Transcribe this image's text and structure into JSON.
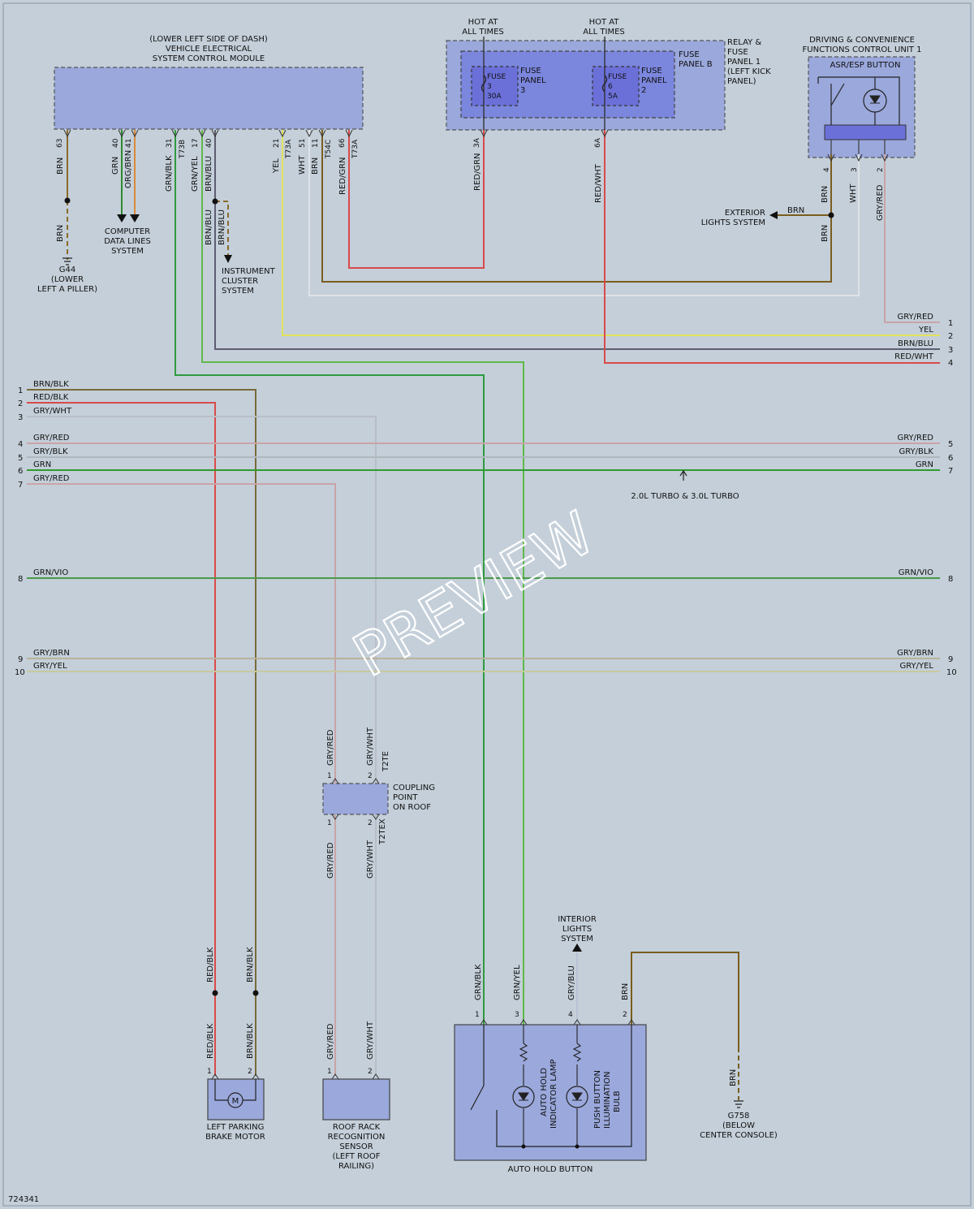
{
  "vescm": {
    "label_1": "(LOWER LEFT SIDE OF DASH)",
    "label_2": "VEHICLE ELECTRICAL",
    "label_3": "SYSTEM CONTROL MODULE"
  },
  "hot1": {
    "l1": "HOT AT",
    "l2": "ALL TIMES"
  },
  "hot2": {
    "l1": "HOT AT",
    "l2": "ALL TIMES"
  },
  "fuse_panel_b": {
    "l1": "FUSE",
    "l2": "PANEL B"
  },
  "relay_panel": {
    "l1": "RELAY &",
    "l2": "FUSE",
    "l3": "PANEL 1",
    "l4": "(LEFT KICK",
    "l5": "PANEL)"
  },
  "fuse3": {
    "fuse": "FUSE",
    "num": "3",
    "amp": "30A",
    "p1": "FUSE",
    "p2": "PANEL",
    "p3": "3"
  },
  "fuse6": {
    "fuse": "FUSE",
    "num": "6",
    "amp": "5A",
    "p1": "FUSE",
    "p2": "PANEL",
    "p3": "2"
  },
  "dcfcu": {
    "l1": "DRIVING & CONVENIENCE",
    "l2": "FUNCTIONS CONTROL UNIT 1",
    "btn": "ASR/ESP BUTTON"
  },
  "pins_top": {
    "p63": "63",
    "p40a": "40",
    "p41": "41",
    "p31": "31",
    "t73b": "T73B",
    "p17": "17",
    "p40b": "40",
    "p21": "21",
    "t73a1": "T73A",
    "p51": "51",
    "p11": "11",
    "t54c": "T54C",
    "p66": "66",
    "t73a2": "T73A",
    "p3a": "3A",
    "p6a": "6A",
    "p4": "4",
    "p3": "3",
    "p2": "2"
  },
  "colors_top": {
    "brn": "BRN",
    "grn": "GRN",
    "orgbrn": "ORG/BRN",
    "grnblk": "GRN/BLK",
    "grnyel": "GRN/YEL",
    "brnblu": "BRN/BLU",
    "yel": "YEL",
    "wht": "WHT",
    "brn2": "BRN",
    "redgrn": "RED/GRN",
    "redgrn2": "RED/GRN",
    "redwht": "RED/WHT",
    "brn3": "BRN",
    "wht2": "WHT",
    "gryred": "GRY/RED",
    "brn4": "BRN",
    "brn5": "BRN",
    "brnblu2": "BRN/BLU",
    "brnblu3": "BRN/BLU",
    "brn6": "BRN"
  },
  "g44": {
    "l1": "G44",
    "l2": "(LOWER",
    "l3": "LEFT A PILLER)"
  },
  "cdl": {
    "l1": "COMPUTER",
    "l2": "DATA LINES",
    "l3": "SYSTEM"
  },
  "ics": {
    "l1": "INSTRUMENT",
    "l2": "CLUSTER",
    "l3": "SYSTEM"
  },
  "els": {
    "l1": "EXTERIOR",
    "l2": "LIGHTS SYSTEM"
  },
  "right_bus": [
    {
      "num": "1",
      "label": "GRY/RED"
    },
    {
      "num": "2",
      "label": "YEL"
    },
    {
      "num": "3",
      "label": "BRN/BLU"
    },
    {
      "num": "4",
      "label": "RED/WHT"
    }
  ],
  "bus": [
    {
      "num": "1",
      "left": "BRN/BLK",
      "right": ""
    },
    {
      "num": "2",
      "left": "RED/BLK",
      "right": ""
    },
    {
      "num": "3",
      "left": "GRY/WHT",
      "right": ""
    },
    {
      "num": "4",
      "left": "GRY/RED",
      "right": "GRY/RED",
      "rnum": "5"
    },
    {
      "num": "5",
      "left": "GRY/BLK",
      "right": "GRY/BLK",
      "rnum": "6"
    },
    {
      "num": "6",
      "left": "GRN",
      "right": "GRN",
      "rnum": "7"
    },
    {
      "num": "7",
      "left": "GRY/RED",
      "right": ""
    },
    {
      "num": "8",
      "left": "GRN/VIO",
      "right": "GRN/VIO",
      "rnum": "8"
    },
    {
      "num": "9",
      "left": "GRY/BRN",
      "right": "GRY/BRN",
      "rnum": "9"
    },
    {
      "num": "10",
      "left": "GRY/YEL",
      "right": "GRY/YEL",
      "rnum": "10"
    }
  ],
  "turbo_note": "2.0L TURBO & 3.0L TURBO",
  "watermark": "PREVIEW",
  "coupling": {
    "l1": "COUPLING",
    "l2": "POINT",
    "l3": "ON ROOF",
    "t2te": "T2TE",
    "t2tex": "T2TEX",
    "c1": "GRY/RED",
    "c2": "GRY/WHT",
    "c3": "GRY/RED",
    "c4": "GRY/WHT",
    "n1": "1",
    "n2": "2",
    "n3": "1",
    "n4": "2"
  },
  "lpbm": {
    "l1": "LEFT PARKING",
    "l2": "BRAKE MOTOR",
    "motor": "M",
    "c1": "RED/BLK",
    "c2": "BRN/BLK",
    "c3": "RED/BLK",
    "c4": "BRN/BLK",
    "n1": "1",
    "n2": "2"
  },
  "rrrs": {
    "l1": "ROOF RACK",
    "l2": "RECOGNITION",
    "l3": "SENSOR",
    "l4": "(LEFT ROOF",
    "l5": "RAILING)",
    "c1": "GRY/RED",
    "c2": "GRY/WHT",
    "n1": "1",
    "n2": "2"
  },
  "ahb": {
    "label": "AUTO HOLD BUTTON",
    "lamp1": "AUTO HOLD",
    "lamp2": "INDICATOR LAMP",
    "bulb1": "PUSH BUTTON",
    "bulb2": "ILLUMINATION",
    "bulb3": "BULB",
    "c1": "GRN/BLK",
    "c3": "GRN/YEL",
    "c4": "GRY/BLU",
    "c2": "BRN",
    "n1": "1",
    "n3": "3",
    "n4": "4",
    "n2": "2"
  },
  "ils": {
    "l1": "INTERIOR",
    "l2": "LIGHTS",
    "l3": "SYSTEM"
  },
  "g758": {
    "l1": "G758",
    "l2": "(BELOW",
    "l3": "CENTER CONSOLE)",
    "c1": "BRN"
  },
  "diagram_id": "724341"
}
